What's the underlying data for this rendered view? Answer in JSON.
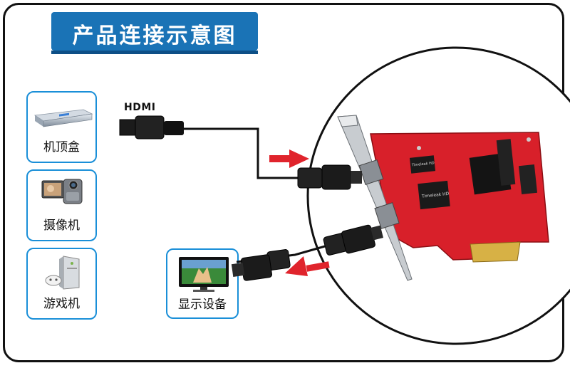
{
  "title": "产品连接示意图",
  "cable_label": "HDMI",
  "devices": [
    {
      "label": "机顶盒"
    },
    {
      "label": "摄像机"
    },
    {
      "label": "游戏机"
    }
  ],
  "display": {
    "label": "显示设备"
  },
  "card": {
    "chip_text_1": "Timeleak HD",
    "chip_text_2": "Timeleak HD"
  },
  "colors": {
    "title_bg": "#1a73b6",
    "card_border": "#1a8fd8",
    "pcb": "#d8202a",
    "arrow": "#e0242c"
  }
}
